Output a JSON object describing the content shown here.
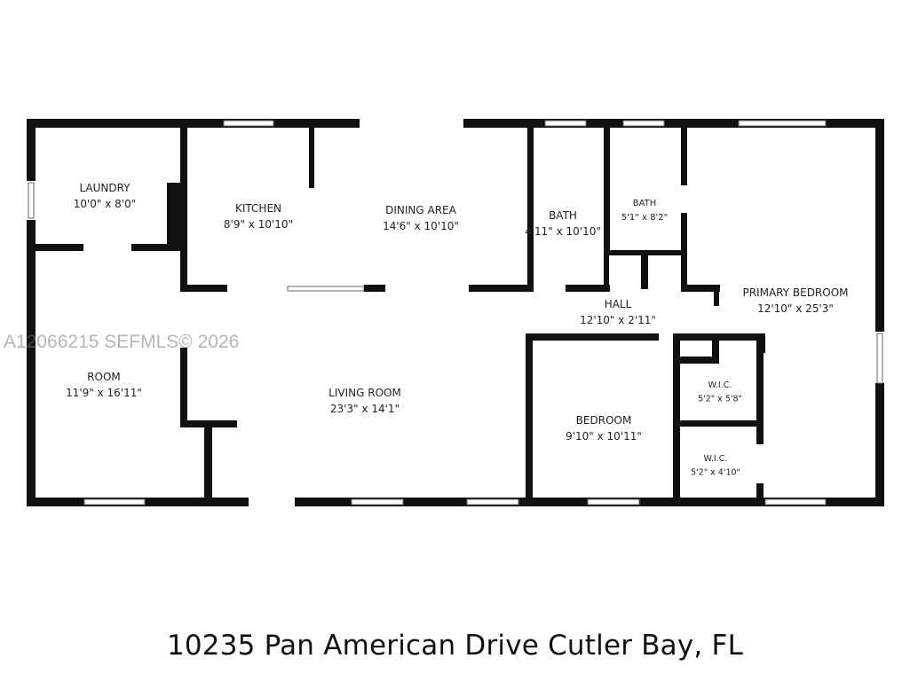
{
  "watermark": "A12066215  SEFMLS© 2026",
  "caption": "10235 Pan American Drive Cutler Bay, FL",
  "rooms": [
    {
      "id": "laundry",
      "name": "LAUNDRY",
      "dims": "10'0\" x 8'0\""
    },
    {
      "id": "kitchen",
      "name": "KITCHEN",
      "dims": "8'9\" x 10'10\""
    },
    {
      "id": "dining",
      "name": "DINING AREA",
      "dims": "14'6\" x 10'10\""
    },
    {
      "id": "bath1",
      "name": "BATH",
      "dims": "4'11\" x 10'10\""
    },
    {
      "id": "bath2",
      "name": "BATH",
      "dims": "5'1\" x 8'2\""
    },
    {
      "id": "primary",
      "name": "PRIMARY BEDROOM",
      "dims": "12'10\" x 25'3\""
    },
    {
      "id": "hall",
      "name": "HALL",
      "dims": "12'10\" x 2'11\""
    },
    {
      "id": "room",
      "name": "ROOM",
      "dims": "11'9\" x 16'11\""
    },
    {
      "id": "living",
      "name": "LIVING ROOM",
      "dims": "23'3\" x 14'1\""
    },
    {
      "id": "bedroom",
      "name": "BEDROOM",
      "dims": "9'10\" x 10'11\""
    },
    {
      "id": "wic1",
      "name": "W.I.C.",
      "dims": "5'2\" x 5'8\""
    },
    {
      "id": "wic2",
      "name": "W.I.C.",
      "dims": "5'2\" x 4'10\""
    }
  ]
}
